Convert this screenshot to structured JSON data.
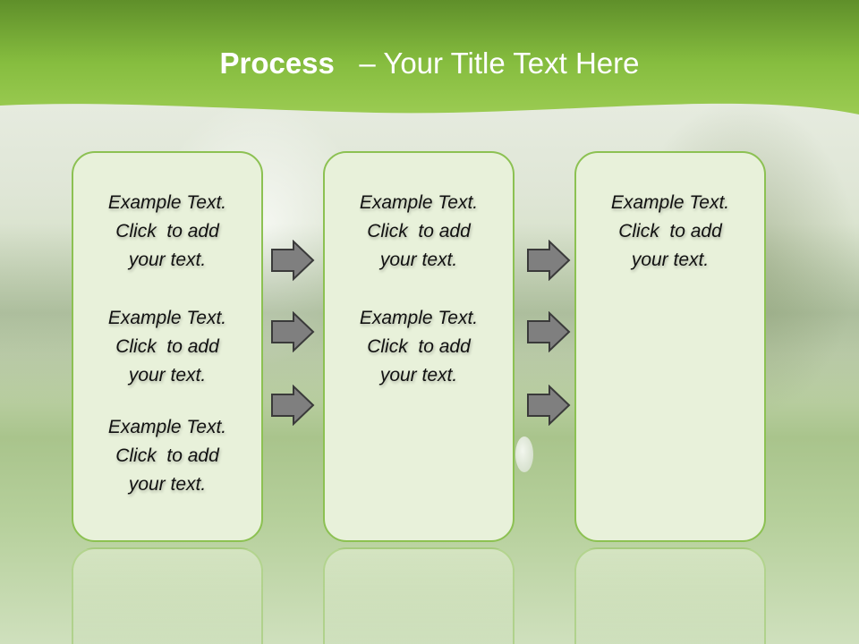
{
  "header": {
    "title_bold": "Process",
    "title_rest": "– Your Title Text Here"
  },
  "colors": {
    "header_green": "#7cb53a",
    "panel_border": "#8cc152",
    "panel_fill": "#e8f1da",
    "arrow_fill": "#7f7f7f"
  },
  "columns": [
    {
      "blocks": [
        {
          "line1": "Example Text.",
          "line2": "Click  to add",
          "line3": "your text."
        },
        {
          "line1": "Example Text.",
          "line2": "Click  to add",
          "line3": "your text."
        },
        {
          "line1": "Example Text.",
          "line2": "Click  to add",
          "line3": "your text."
        }
      ]
    },
    {
      "blocks": [
        {
          "line1": "Example Text.",
          "line2": "Click  to add",
          "line3": "your text."
        },
        {
          "line1": "Example Text.",
          "line2": "Click  to add",
          "line3": "your text."
        }
      ]
    },
    {
      "blocks": [
        {
          "line1": "Example Text.",
          "line2": "Click  to add",
          "line3": "your text."
        }
      ]
    }
  ],
  "icons": [
    "arrow-right-icon"
  ]
}
